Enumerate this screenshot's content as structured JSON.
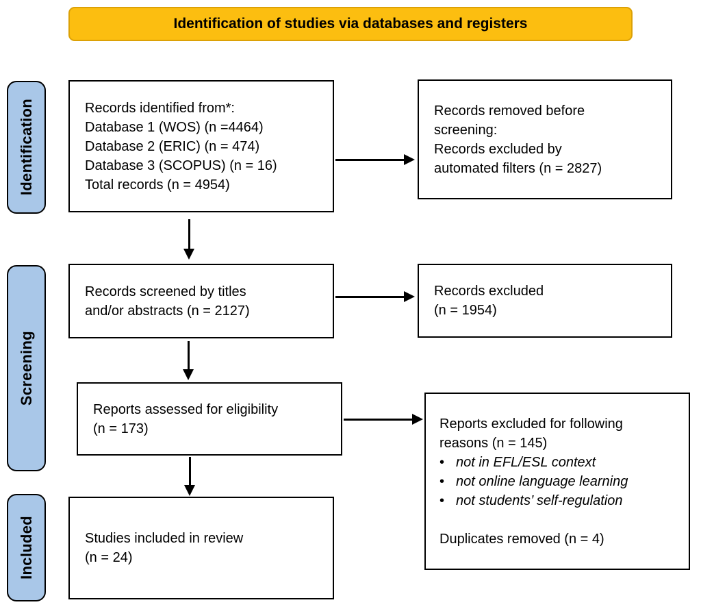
{
  "banner": {
    "title": "Identification of studies via databases and registers"
  },
  "colors": {
    "banner_bg": "#FCBE10",
    "banner_border": "#DCA106",
    "stage_bg": "#A9C7E8",
    "box_border": "#000000",
    "text": "#000000"
  },
  "stages": [
    {
      "label": "Identification"
    },
    {
      "label": "Screening"
    },
    {
      "label": "Included"
    }
  ],
  "boxes": {
    "records_identified": {
      "lines": [
        "Records identified from*:",
        "Database 1 (WOS) (n =4464)",
        "Database 2 (ERIC) (n = 474)",
        "Database 3 (SCOPUS) (n = 16)",
        "Total records (n = 4954)"
      ]
    },
    "records_removed": {
      "lines": [
        "Records removed before",
        "screening:",
        "Records excluded by",
        "automated filters (n = 2827)"
      ]
    },
    "records_screened": {
      "lines": [
        "Records screened by titles",
        "and/or abstracts (n = 2127)"
      ]
    },
    "records_excluded": {
      "lines": [
        "Records excluded",
        "(n = 1954)"
      ]
    },
    "reports_assessed": {
      "lines": [
        "Reports assessed for eligibility",
        "(n = 173)"
      ]
    },
    "reports_excluded": {
      "lines": [
        "Reports excluded for following",
        "reasons (n = 145)"
      ],
      "bullet_char": "•",
      "bullets": [
        "not in EFL/ESL context",
        "not online language learning",
        "not students’ self-regulation"
      ],
      "footer": "Duplicates removed (n = 4)"
    },
    "studies_included": {
      "lines": [
        "Studies included in review",
        "(n = 24)"
      ]
    }
  }
}
